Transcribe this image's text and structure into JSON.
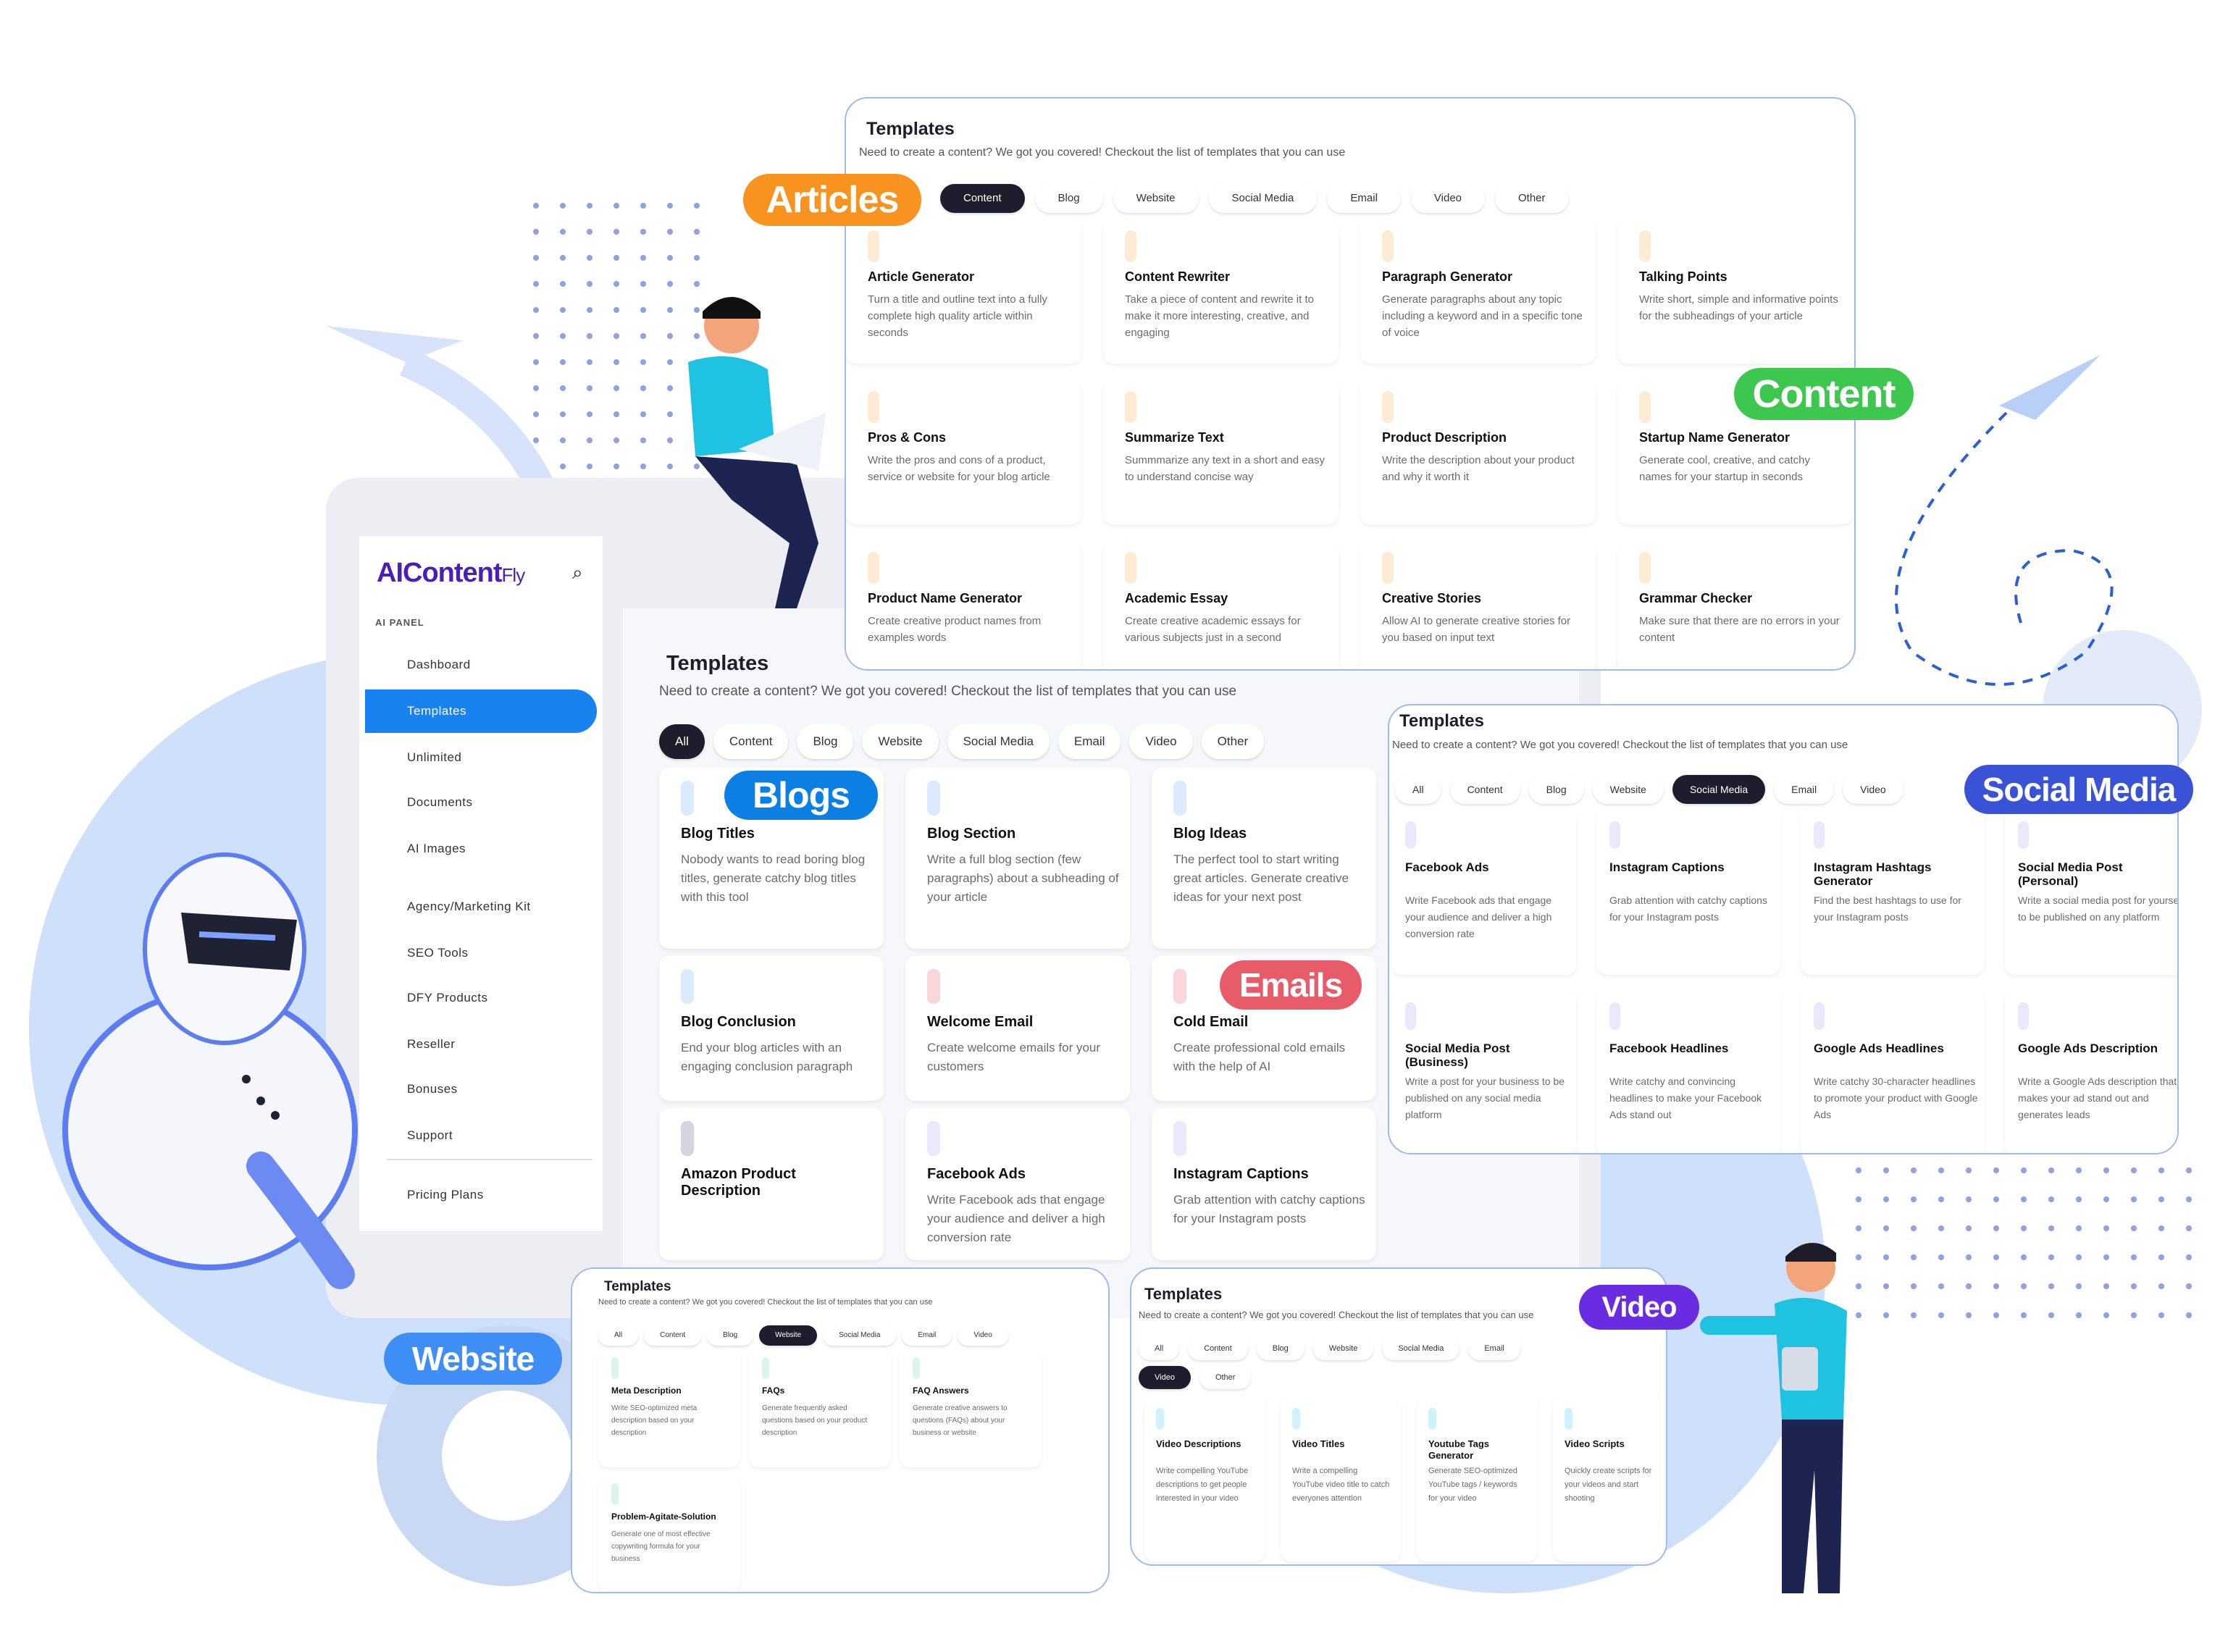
{
  "colors": {
    "articles": "#f7931e",
    "content": "#3ec74e",
    "blogs": "#0b7fe3",
    "emails": "#e85c6a",
    "social": "#3a53d6",
    "website": "#3f8ef5",
    "video": "#6a2ce0"
  },
  "badges": {
    "articles": "Articles",
    "content": "Content",
    "blogs": "Blogs",
    "emails": "Emails",
    "social": "Social Media",
    "website": "Website",
    "video": "Video"
  },
  "sidebar": {
    "logo_main": "AIContent",
    "logo_sub": "Fly",
    "section": "AI PANEL",
    "items": [
      {
        "label": "Dashboard"
      },
      {
        "label": "Templates"
      },
      {
        "label": "Unlimited"
      },
      {
        "label": "Documents"
      },
      {
        "label": "AI Images"
      },
      {
        "label": "Agency/Marketing Kit"
      },
      {
        "label": "SEO Tools"
      },
      {
        "label": "DFY Products"
      },
      {
        "label": "Reseller"
      },
      {
        "label": "Bonuses"
      },
      {
        "label": "Support"
      },
      {
        "label": "Pricing Plans"
      }
    ],
    "active": "Templates"
  },
  "panels": {
    "content": {
      "title": "Templates",
      "subtitle": "Need to create a content? We got you covered! Checkout the list of templates that you can use",
      "active_tab": "Content",
      "tabs": [
        "Content",
        "Blog",
        "Website",
        "Social Media",
        "Email",
        "Video",
        "Other"
      ],
      "cards": [
        {
          "title": "Article Generator",
          "desc": "Turn a title and outline text into a fully complete high quality article within seconds",
          "accent": "#fdebd3"
        },
        {
          "title": "Content Rewriter",
          "desc": "Take a piece of content and rewrite it to make it more interesting, creative, and engaging",
          "accent": "#fdebd3"
        },
        {
          "title": "Paragraph Generator",
          "desc": "Generate paragraphs about any topic including a keyword and in a specific tone of voice",
          "accent": "#fdebd3"
        },
        {
          "title": "Talking Points",
          "desc": "Write short, simple and informative points for the subheadings of your article",
          "accent": "#fdebd3"
        },
        {
          "title": "Pros & Cons",
          "desc": "Write the pros and cons of a product, service or website for your blog article",
          "accent": "#fdebd3"
        },
        {
          "title": "Summarize Text",
          "desc": "Summmarize any text in a short and easy to understand concise way",
          "accent": "#fdebd3"
        },
        {
          "title": "Product Description",
          "desc": "Write the description about your product and why it worth it",
          "accent": "#fdebd3"
        },
        {
          "title": "Startup Name Generator",
          "desc": "Generate cool, creative, and catchy names for your startup in seconds",
          "accent": "#fdebd3"
        },
        {
          "title": "Product Name Generator",
          "desc": "Create creative product names from examples words",
          "accent": "#fdebd3"
        },
        {
          "title": "Academic Essay",
          "desc": "Create creative academic essays for various subjects just in a second",
          "accent": "#fdebd3"
        },
        {
          "title": "Creative Stories",
          "desc": "Allow AI to generate creative stories for you based on input text",
          "accent": "#fdebd3"
        },
        {
          "title": "Grammar Checker",
          "desc": "Make sure that there are no errors in your content",
          "accent": "#fdebd3"
        }
      ]
    },
    "main": {
      "title": "Templates",
      "subtitle": "Need to create a content? We got you covered! Checkout the list of templates that you can use",
      "active_tab": "All",
      "tabs": [
        "All",
        "Content",
        "Blog",
        "Website",
        "Social Media",
        "Email",
        "Video",
        "Other"
      ],
      "cards": [
        {
          "title": "Blog Titles",
          "desc": "Nobody wants to read boring blog titles, generate catchy blog titles with this tool",
          "accent": "#dceafd"
        },
        {
          "title": "Blog Section",
          "desc": "Write a full blog section (few paragraphs) about a subheading of your article",
          "accent": "#dceafd"
        },
        {
          "title": "Blog Ideas",
          "desc": "The perfect tool to start writing great articles. Generate creative ideas for your next post",
          "accent": "#dceafd"
        },
        {
          "title": "",
          "desc": "",
          "accent": "#ffffff"
        },
        {
          "title": "Blog Conclusion",
          "desc": "End your blog articles with an engaging conclusion paragraph",
          "accent": "#dceafd"
        },
        {
          "title": "Welcome Email",
          "desc": "Create welcome emails for your customers",
          "accent": "#f8d6d9"
        },
        {
          "title": "Cold Email",
          "desc": "Create professional cold emails with the help of AI",
          "accent": "#f8d6d9"
        },
        {
          "title": "",
          "desc": "",
          "accent": "#ffffff"
        },
        {
          "title": "Amazon Product Description",
          "desc": "",
          "accent": "#d3d6de"
        },
        {
          "title": "Facebook Ads",
          "desc": "Write Facebook ads that engage your audience and deliver a high conversion rate",
          "accent": "#ebe8fb"
        },
        {
          "title": "Instagram Captions",
          "desc": "Grab attention with catchy captions for your Instagram posts",
          "accent": "#ebe8fb"
        }
      ]
    },
    "social": {
      "title": "Templates",
      "subtitle": "Need to create a content? We got you covered! Checkout the list of templates that you can use",
      "active_tab": "Social Media",
      "tabs": [
        "All",
        "Content",
        "Blog",
        "Website",
        "Social Media",
        "Email",
        "Video"
      ],
      "cards": [
        {
          "title": "Facebook Ads",
          "desc": "Write Facebook ads that engage your audience and deliver a high conversion rate",
          "accent": "#ebe8fb"
        },
        {
          "title": "Instagram Captions",
          "desc": "Grab attention with catchy captions for your Instagram posts",
          "accent": "#ebe8fb"
        },
        {
          "title": "Instagram Hashtags Generator",
          "desc": "Find the best hashtags to use for your Instagram posts",
          "accent": "#ebe8fb"
        },
        {
          "title": "Social Media Post (Personal)",
          "desc": "Write a social media post for yourself to be published on any platform",
          "accent": "#ebe8fb"
        },
        {
          "title": "Social Media Post (Business)",
          "desc": "Write a post for your business to be published on any social media platform",
          "accent": "#ebe8fb"
        },
        {
          "title": "Facebook Headlines",
          "desc": "Write catchy and convincing headlines to make your Facebook Ads stand out",
          "accent": "#ebe8fb"
        },
        {
          "title": "Google Ads Headlines",
          "desc": "Write catchy 30-character headlines to promote your product with Google Ads",
          "accent": "#ebe8fb"
        },
        {
          "title": "Google Ads Description",
          "desc": "Write a Google Ads description that makes your ad stand out and generates leads",
          "accent": "#ebe8fb"
        }
      ]
    },
    "web": {
      "title": "Templates",
      "subtitle": "Need to create a content? We got you covered! Checkout the list of templates that you can use",
      "active_tab": "Website",
      "tabs": [
        "All",
        "Content",
        "Blog",
        "Website",
        "Social Media",
        "Email",
        "Video"
      ],
      "cards": [
        {
          "title": "Meta Description",
          "desc": "Write SEO-optimized meta description based on your description",
          "accent": "#d9f5ec"
        },
        {
          "title": "FAQs",
          "desc": "Generate frequently asked questions based on your product description",
          "accent": "#d9f5ec"
        },
        {
          "title": "FAQ Answers",
          "desc": "Generate creative answers to questions (FAQs) about your business or website",
          "accent": "#d9f5ec"
        },
        {
          "title": "Problem-Agitate-Solution",
          "desc": "Generate one of most effective copywriting formula for your business",
          "accent": "#d9f5ec"
        }
      ]
    },
    "video": {
      "title": "Templates",
      "subtitle": "Need to create a content? We got you covered! Checkout the list of templates that you can use",
      "active_tab": "Video",
      "tabs": [
        "All",
        "Content",
        "Blog",
        "Website",
        "Social Media",
        "Email",
        "Video",
        "Other"
      ],
      "cards": [
        {
          "title": "Video Descriptions",
          "desc": "Write compelling YouTube descriptions to get people interested in your video",
          "accent": "#cff2fc"
        },
        {
          "title": "Video Titles",
          "desc": "Write a compelling YouTube video title to catch everyones attention",
          "accent": "#cff2fc"
        },
        {
          "title": "Youtube Tags Generator",
          "desc": "Generate SEO-optimized YouTube tags / keywords for your video",
          "accent": "#cff2fc"
        },
        {
          "title": "Video Scripts",
          "desc": "Quickly create scripts for your videos and start shooting",
          "accent": "#cff2fc"
        }
      ]
    }
  }
}
